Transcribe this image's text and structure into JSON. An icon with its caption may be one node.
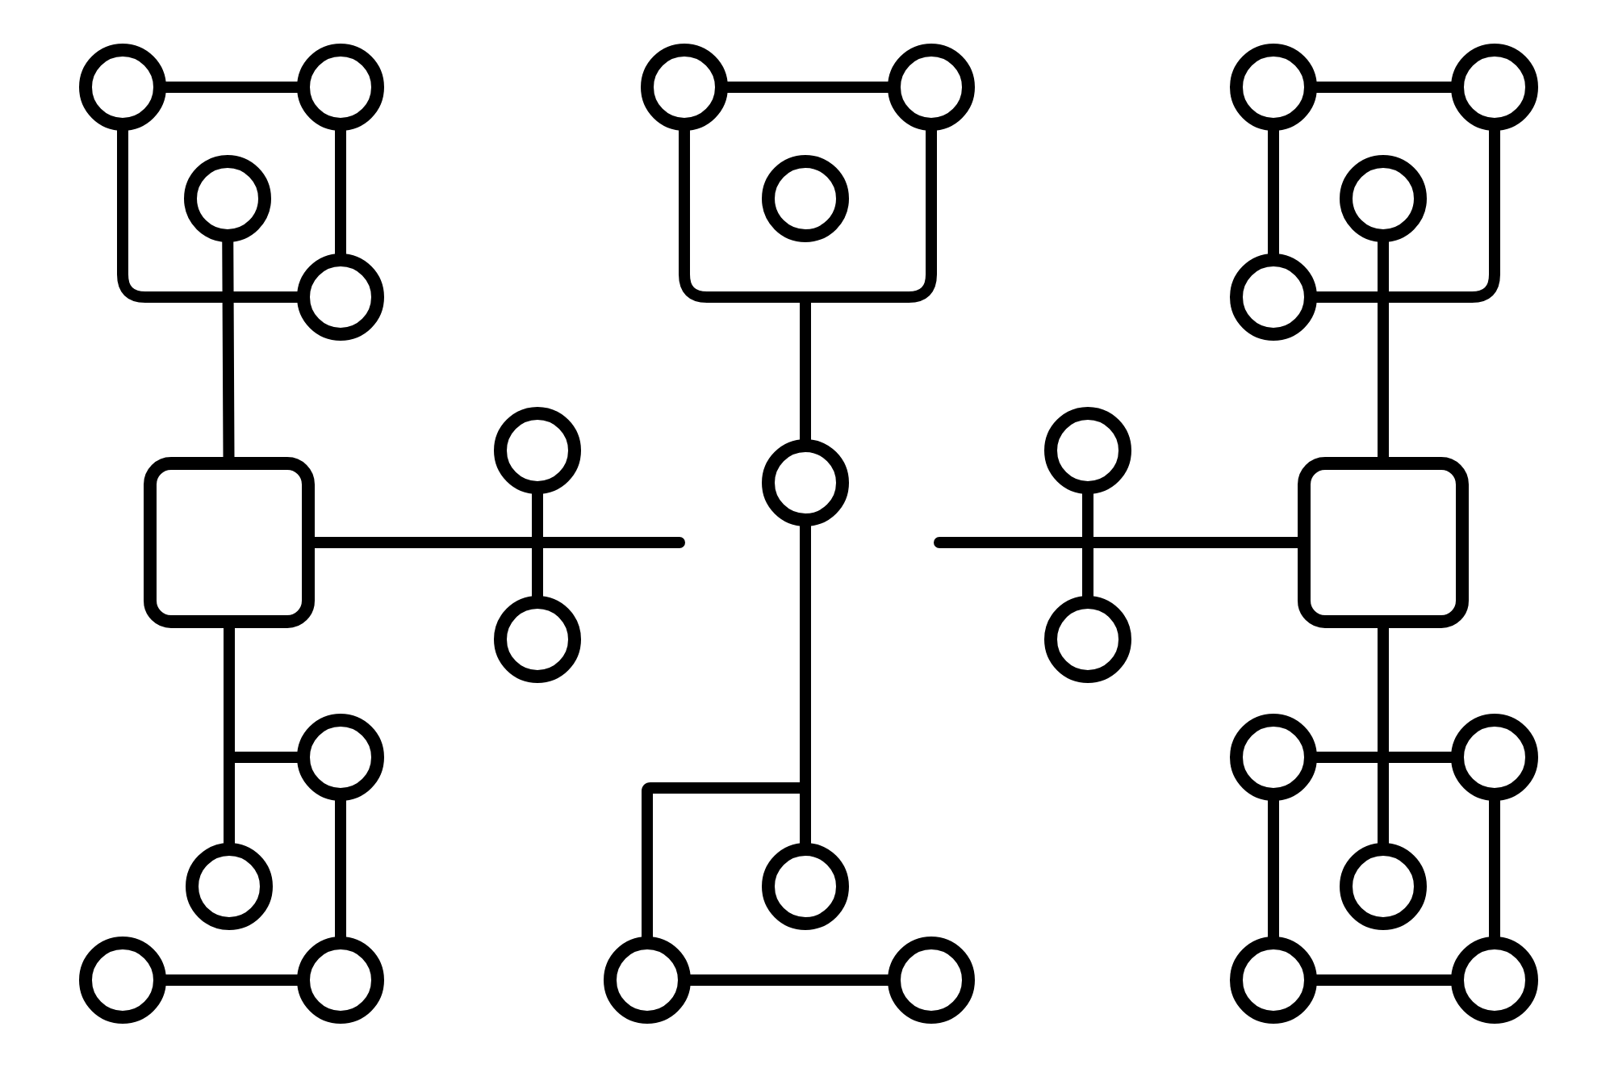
{
  "diagram": {
    "nodes": [
      {
        "text": [],
        "shape": "circle"
      },
      {
        "text": [],
        "shape": "circle"
      },
      {
        "text": [],
        "shape": "circle"
      },
      {
        "text": [],
        "shape": "circle"
      },
      {
        "text": [],
        "shape": "circle"
      },
      {
        "text": [],
        "shape": "circle"
      },
      {
        "text": [],
        "shape": "circle"
      },
      {
        "text": [],
        "shape": "circle"
      },
      {
        "text": [],
        "shape": "circle"
      },
      {
        "text": [],
        "shape": "circle"
      },
      {
        "text": [],
        "shape": "circle"
      },
      {
        "text": [],
        "shape": "circle"
      },
      {
        "text": [],
        "shape": "box"
      },
      {
        "text": [],
        "shape": "circle"
      },
      {
        "text": [],
        "shape": "circle"
      },
      {
        "text": [],
        "shape": "box"
      },
      {
        "text": [],
        "shape": "circle"
      },
      {
        "text": [],
        "shape": "circle"
      },
      {
        "text": [],
        "shape": "circle"
      },
      {
        "text": [],
        "shape": "circle"
      },
      {
        "text": [],
        "shape": "circle"
      },
      {
        "text": [],
        "shape": "circle"
      },
      {
        "text": [],
        "shape": "circle"
      },
      {
        "text": [],
        "shape": "circle"
      },
      {
        "text": [],
        "shape": "circle"
      },
      {
        "text": [],
        "shape": "circle"
      },
      {
        "text": [],
        "shape": "circle"
      },
      {
        "text": [],
        "shape": "circle"
      },
      {
        "text": [],
        "shape": "circle"
      },
      {
        "text": [],
        "shape": "circle"
      }
    ],
    "edges": [
      {
        "from": 0,
        "to": 1,
        "arrow": "none"
      },
      {
        "from": 0,
        "to": 9,
        "arrow": "none"
      },
      {
        "from": 1,
        "to": 9,
        "arrow": "none"
      },
      {
        "from": 6,
        "to": 12,
        "arrow": "none"
      },
      {
        "from": 12,
        "to": null,
        "arrow": "none"
      },
      {
        "from": 11,
        "to": 16,
        "arrow": "none"
      },
      {
        "from": 12,
        "to": 21,
        "arrow": "none"
      },
      {
        "from": 12,
        "to": 18,
        "arrow": "none"
      },
      {
        "from": 18,
        "to": 25,
        "arrow": "none"
      },
      {
        "from": 24,
        "to": 25,
        "arrow": "none"
      },
      {
        "from": 2,
        "to": 3,
        "arrow": "none"
      },
      {
        "from": 2,
        "to": 13,
        "arrow": "none"
      },
      {
        "from": 3,
        "to": 13,
        "arrow": "none"
      },
      {
        "from": 13,
        "to": 22,
        "arrow": "none"
      },
      {
        "from": 13,
        "to": 26,
        "arrow": "none"
      },
      {
        "from": 26,
        "to": 27,
        "arrow": "none"
      },
      {
        "from": 4,
        "to": 5,
        "arrow": "none"
      },
      {
        "from": 4,
        "to": 10,
        "arrow": "none"
      },
      {
        "from": 5,
        "to": 10,
        "arrow": "none"
      },
      {
        "from": 8,
        "to": 15,
        "arrow": "none"
      },
      {
        "from": 15,
        "to": null,
        "arrow": "none"
      },
      {
        "from": 14,
        "to": 17,
        "arrow": "none"
      },
      {
        "from": 15,
        "to": 23,
        "arrow": "none"
      },
      {
        "from": 19,
        "to": 20,
        "arrow": "none"
      },
      {
        "from": 19,
        "to": 28,
        "arrow": "none"
      },
      {
        "from": 20,
        "to": 29,
        "arrow": "none"
      },
      {
        "from": 28,
        "to": 29,
        "arrow": "none"
      }
    ]
  }
}
